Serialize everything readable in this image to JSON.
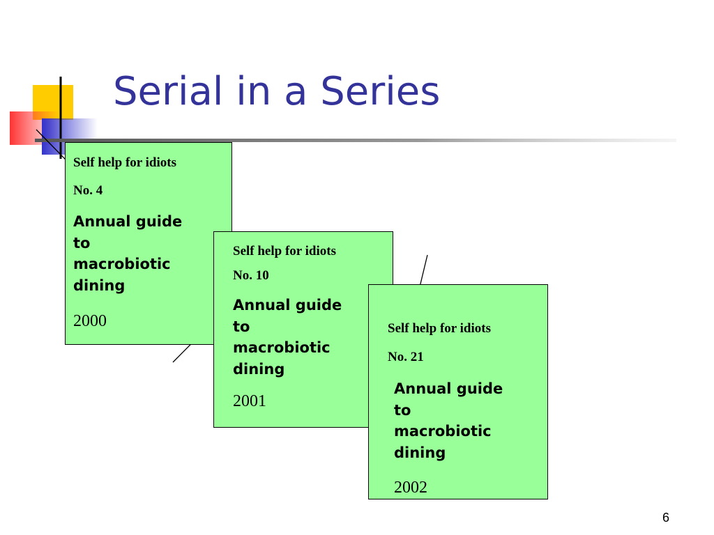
{
  "slide": {
    "title": "Serial in a Series",
    "page_number": "6",
    "accent_colors": {
      "title": "#333399",
      "card": "#99ff99",
      "deco_yellow": "#ffcc00",
      "deco_red": "#ff3333",
      "deco_blue": "#3333cc"
    }
  },
  "cards": [
    {
      "series": "Self help for idiots",
      "number": "No. 4",
      "title_lines": [
        "Annual guide",
        "to",
        "macrobiotic",
        "dining"
      ],
      "year": "2000"
    },
    {
      "series": "Self help for idiots",
      "number": "No. 10",
      "title_lines": [
        "Annual guide",
        "to",
        "macrobiotic",
        "dining"
      ],
      "year": "2001"
    },
    {
      "series": "Self help for idiots",
      "number": "No. 21",
      "title_lines": [
        "Annual guide",
        "to",
        "macrobiotic",
        "dining"
      ],
      "year": "2002"
    }
  ]
}
